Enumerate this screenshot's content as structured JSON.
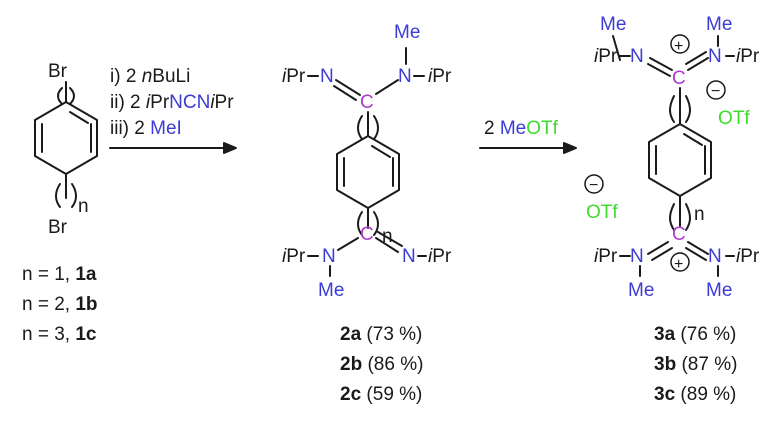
{
  "reactant": {
    "substituent_top": "Br",
    "substituent_bottom": "Br",
    "repeat_label": "n",
    "series": [
      {
        "prefix": "n = 1, ",
        "compound": "1a"
      },
      {
        "prefix": "n = 2, ",
        "compound": "1b"
      },
      {
        "prefix": "n = 3, ",
        "compound": "1c"
      }
    ]
  },
  "step1": {
    "line1": {
      "num": "i) 2 ",
      "reagent_i": "n",
      "reagent": "BuLi"
    },
    "line2": {
      "num": "ii) 2 ",
      "a_i": "i",
      "a": "Pr",
      "ncn": "NCN",
      "b_i": "i",
      "b": "Pr"
    },
    "line3": {
      "num": "iii) 2 ",
      "mei": "MeI"
    }
  },
  "step2": {
    "num": "2 ",
    "me": "Me",
    "otf": "OTf"
  },
  "product2": {
    "ipr_i": "i",
    "ipr": "Pr",
    "n": "N",
    "c": "C",
    "me": "Me",
    "repeat_label": "n",
    "yields": [
      {
        "compound": "2a",
        "yield": "(73 %)"
      },
      {
        "compound": "2b",
        "yield": "(86 %)"
      },
      {
        "compound": "2c",
        "yield": "(59 %)"
      }
    ]
  },
  "product3": {
    "ipr_i": "i",
    "ipr": "Pr",
    "n": "N",
    "c": "C",
    "me": "Me",
    "plus": "+",
    "minus": "−",
    "counterion": "OTf",
    "repeat_label": "n",
    "yields": [
      {
        "compound": "3a",
        "yield": "(76 %)"
      },
      {
        "compound": "3b",
        "yield": "(87 %)"
      },
      {
        "compound": "3c",
        "yield": "(89 %)"
      }
    ]
  }
}
